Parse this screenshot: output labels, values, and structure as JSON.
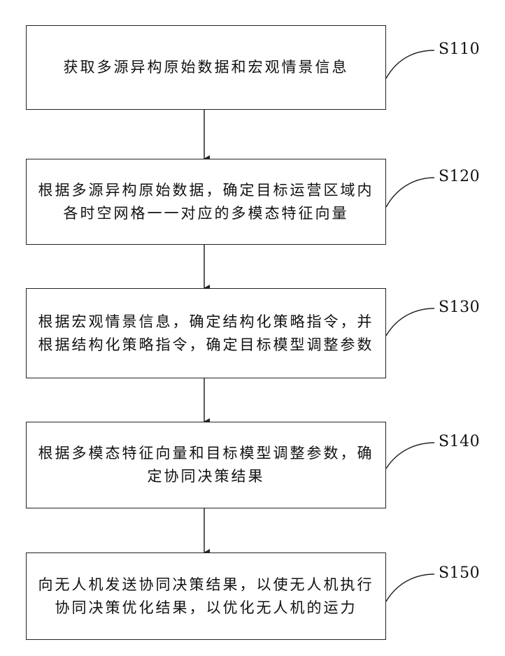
{
  "steps": [
    {
      "id": "S110",
      "text": "获取多源异构原始数据和宏观情景信息"
    },
    {
      "id": "S120",
      "text": "根据多源异构原始数据，确定目标运营区域内各时空网格一一对应的多模态特征向量"
    },
    {
      "id": "S130",
      "text": "根据宏观情景信息，确定结构化策略指令，并根据结构化策略指令，确定目标模型调整参数"
    },
    {
      "id": "S140",
      "text": "根据多模态特征向量和目标模型调整参数，确定协同决策结果"
    },
    {
      "id": "S150",
      "text": "向无人机发送协同决策结果，以使无人机执行协同决策优化结果，以优化无人机的运力"
    }
  ]
}
